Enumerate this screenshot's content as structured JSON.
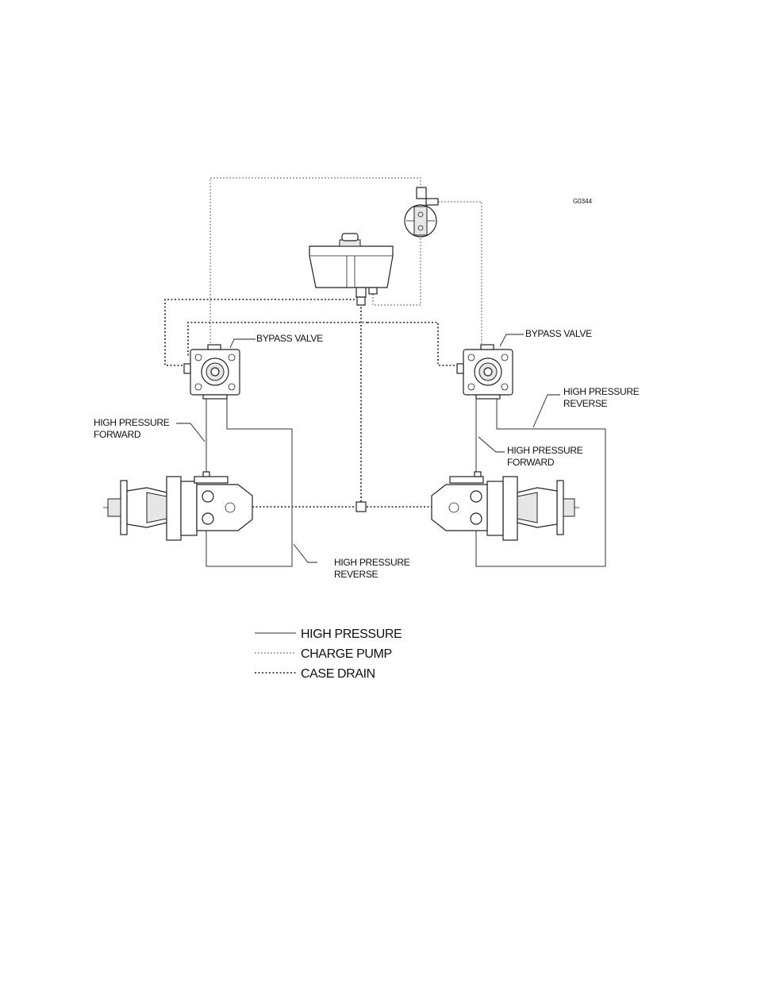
{
  "drawing_code": "G0344",
  "labels": {
    "bypass_left": "BYPASS VALVE",
    "bypass_right": "BYPASS VALVE",
    "hp_forward_left_1": "HIGH PRESSURE",
    "hp_forward_left_2": "FORWARD",
    "hp_reverse_left_1": "HIGH PRESSURE",
    "hp_reverse_left_2": "REVERSE",
    "hp_forward_right_1": "HIGH PRESSURE",
    "hp_forward_right_2": "FORWARD",
    "hp_reverse_right_1": "HIGH PRESSURE",
    "hp_reverse_right_2": "REVERSE"
  },
  "legend": [
    {
      "label": "HIGH PRESSURE",
      "style": "solid"
    },
    {
      "label": "CHARGE PUMP",
      "style": "dotted-light"
    },
    {
      "label": "CASE DRAIN",
      "style": "dotted-heavy"
    }
  ]
}
